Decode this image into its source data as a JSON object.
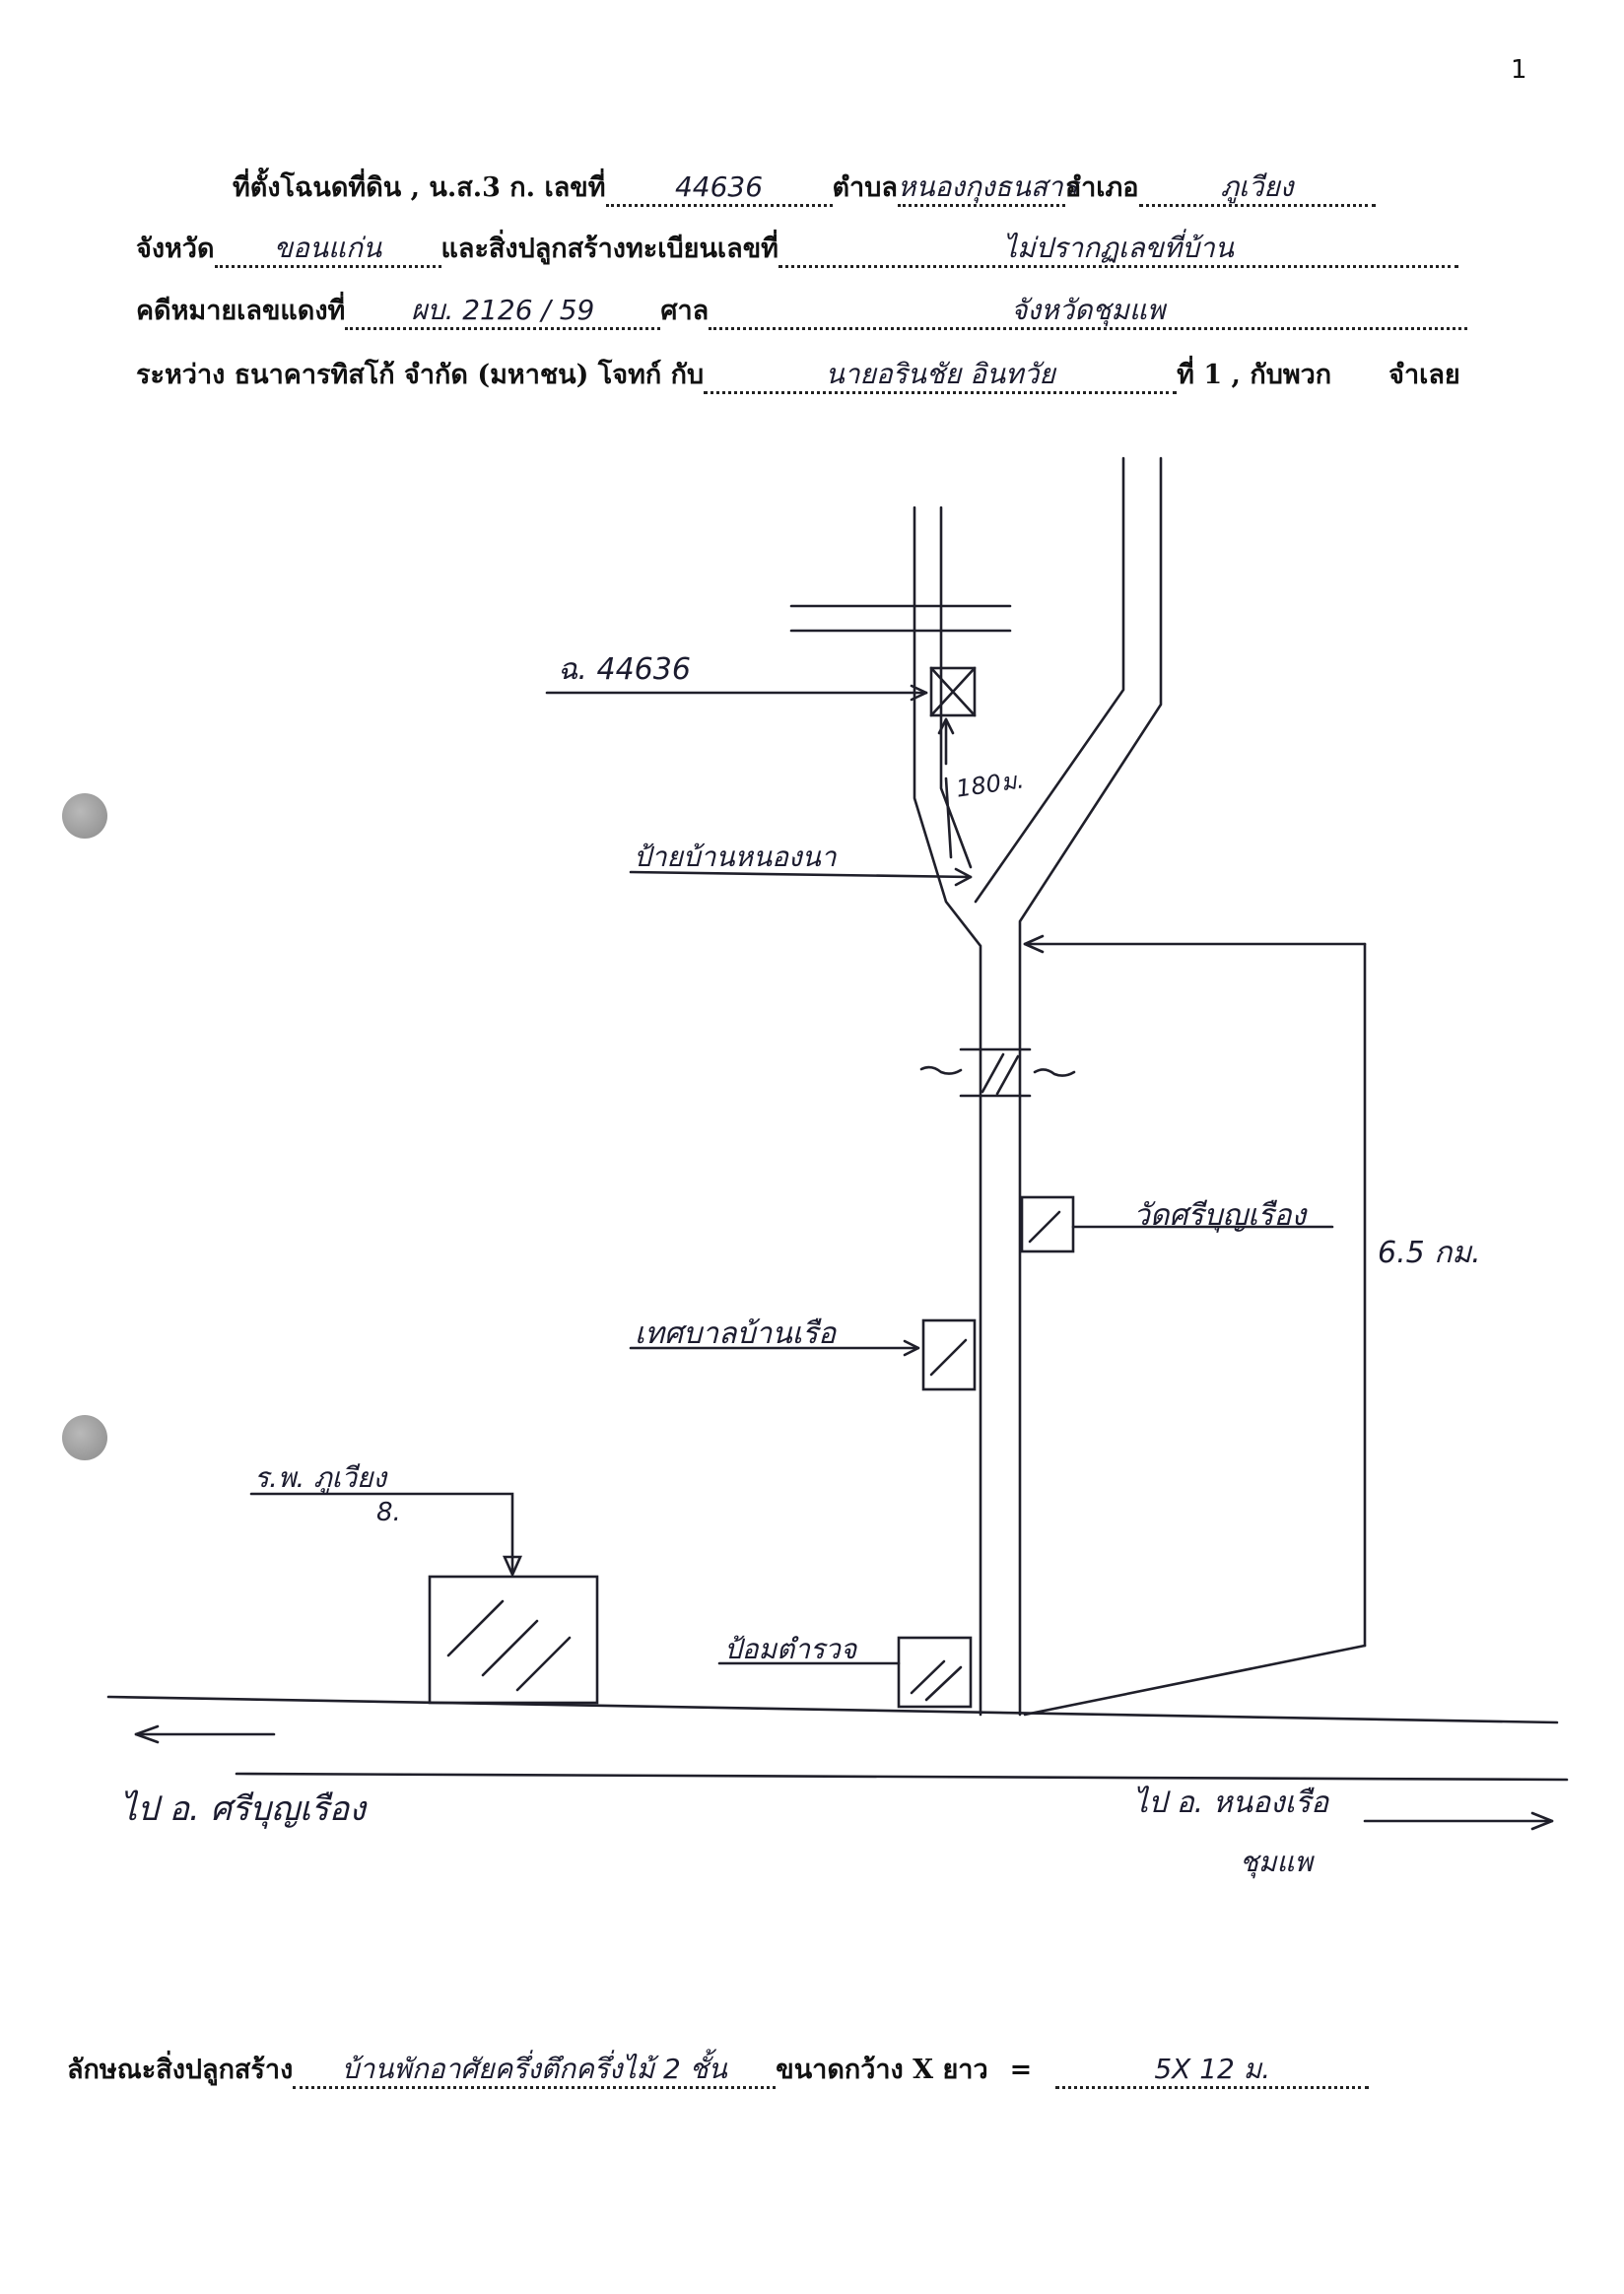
{
  "page_number": "1",
  "header": {
    "line1": {
      "deed_label": "ที่ตั้งโฉนดที่ดิน , น.ส.3 ก. เลขที่",
      "deed_no": "44636",
      "subdistrict_label": "ตำบล",
      "subdistrict": "หนองกุงธนสาร",
      "district_label": "อำเภอ",
      "district": "ภูเวียง"
    },
    "line2": {
      "province_label": "จังหวัด",
      "province": "ขอนแก่น",
      "building_label": "และสิ่งปลูกสร้างทะเบียนเลขที่",
      "building_no": "ไม่ปรากฏเลขที่บ้าน"
    },
    "line3": {
      "case_label": "คดีหมายเลขแดงที่",
      "case_no": "ผบ. 2126 / 59",
      "court_label": "ศาล",
      "court": "จังหวัดชุมแพ"
    },
    "line4": {
      "between_label": "ระหว่าง ธนาคารทิสโก้ จำกัด (มหาชน) โจทก์ กับ",
      "defendant": "นายอรินชัย อินทวัย",
      "suffix": "ที่ 1 , กับพวก",
      "role": "จำเลย"
    }
  },
  "map": {
    "deed_label": "ฉ. 44636",
    "distance_small": "180ม.",
    "village_sign": "ป้ายบ้านหนองนา",
    "temple": "วัดศรีบุญเรือง",
    "distance_main": "6.5 กม.",
    "municipality": "เทศบาลบ้านเรือ",
    "hospital_line1": "ร.พ. ภูเวียง",
    "hospital_line2": "8.",
    "police": "ป้อมตำรวจ",
    "to_left": "ไป อ. ศรีบุญเรือง",
    "to_right_line1": "ไป อ. หนองเรือ",
    "to_right_line2": "ชุมแพ"
  },
  "footer": {
    "type_label": "ลักษณะสิ่งปลูกสร้าง",
    "type_value": "บ้านพักอาศัยครึ่งตึกครึ่งไม้ 2 ชั้น",
    "size_label": "ขนาดกว้าง X ยาว",
    "equals": "=",
    "size_value": "5X 12 ม."
  }
}
